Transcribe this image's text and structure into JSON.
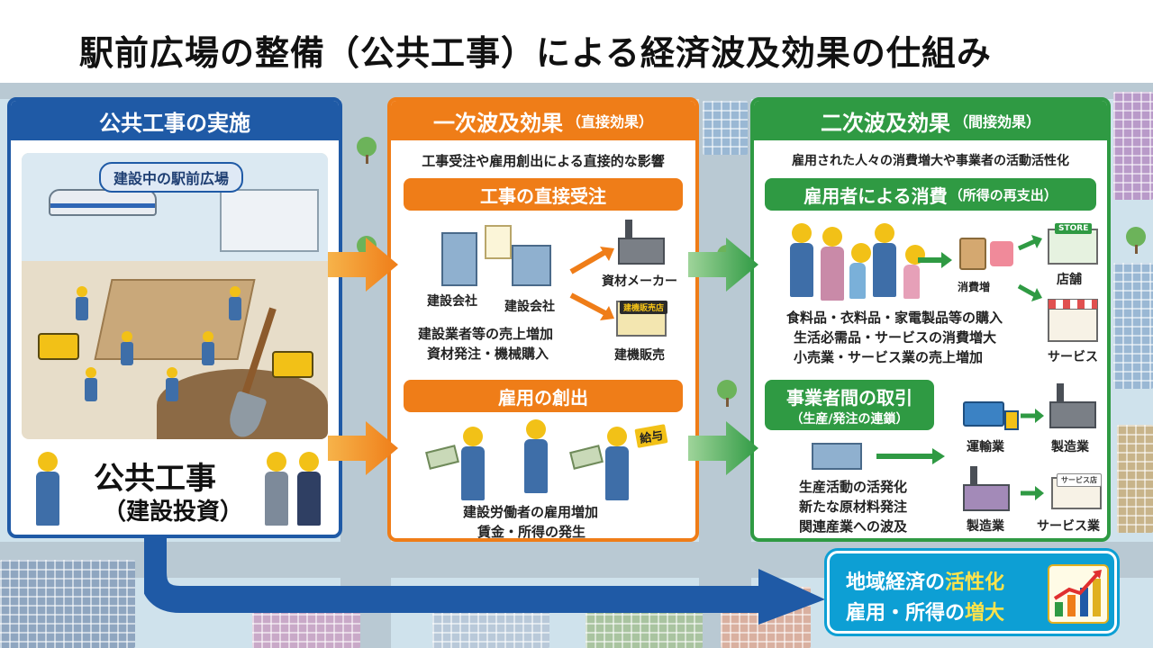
{
  "title": "駅前広場の整備（公共工事）による経済波及効果の仕組み",
  "panel1": {
    "heading": "公共工事の実施",
    "scene_label": "建設中の駅前広場",
    "big_title": "公共工事",
    "big_sub": "（建設投資）"
  },
  "panel2": {
    "heading": "一次波及効果",
    "heading_note": "（直接効果）",
    "desc": "工事受注や雇用創出による直接的な影響",
    "section1": {
      "title": "工事の直接受注",
      "labels": [
        "建設会社",
        "建設会社",
        "資材メーカー",
        "建機販売"
      ],
      "sign": "建機販売店",
      "lines": [
        "建設業者等の売上増加",
        "資材発注・機械購入"
      ]
    },
    "section2": {
      "title": "雇用の創出",
      "sign": "給与",
      "lines": [
        "建設労働者の雇用増加",
        "賃金・所得の発生"
      ]
    }
  },
  "panel3": {
    "heading": "二次波及効果",
    "heading_note": "（間接効果）",
    "desc": "雇用された人々の消費増大や事業者の活動活性化",
    "section1": {
      "title": "雇用者による消費",
      "title_note": "（所得の再支出）",
      "labels": [
        "消費増",
        "店舗",
        "サービス"
      ],
      "store_sign": "STORE",
      "lines": [
        "食料品・衣料品・家電製品等の購入",
        "生活必需品・サービスの消費増大",
        "小売業・サービス業の売上増加"
      ]
    },
    "section2": {
      "title": "事業者間の取引",
      "subtitle": "（生産/発注の連鎖）",
      "labels": [
        "運輸業",
        "製造業",
        "製造業",
        "サービス業"
      ],
      "service_sign": "サービス店",
      "lines": [
        "生産活動の活発化",
        "新たな原材料発注",
        "関連産業への波及"
      ]
    }
  },
  "result": {
    "line1_a": "地域経済の",
    "line1_b": "活性化",
    "line2_a": "雇用・所得の",
    "line2_b": "増大"
  },
  "colors": {
    "blue": "#1f5aa6",
    "orange": "#ef7d18",
    "green": "#2f9a43",
    "cyan": "#0d9fd4"
  }
}
